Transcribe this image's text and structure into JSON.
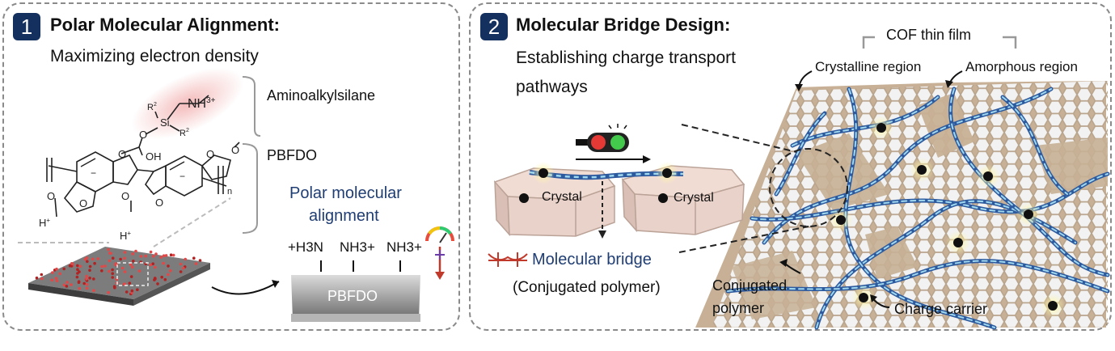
{
  "panel1": {
    "number": "1",
    "title": "Polar Molecular Alignment:",
    "subtitle": "Maximizing electron density",
    "labels": {
      "aminoalkylsilane": "Aminoalkylsilane",
      "pbfdo": "PBFDO",
      "polar_line1": "Polar molecular",
      "polar_line2": "alignment",
      "film_label": "PBFDO"
    },
    "chem": {
      "nh3_top": "NH",
      "nh3_top_sup": "3+",
      "r2a": "R",
      "r2b": "R",
      "si": "Si",
      "o_left": "O",
      "oh": "OH",
      "h_left": "H",
      "h_right": "H",
      "minus": "−",
      "n": "n",
      "o": "O"
    },
    "surface_groups": [
      "+H3N",
      "NH3+",
      "NH3+"
    ]
  },
  "panel2": {
    "number": "2",
    "title": "Molecular Bridge Design:",
    "subtitle_line1": "Establishing charge transport",
    "subtitle_line2": "pathways",
    "labels": {
      "crystal_left": "Crystal",
      "crystal_right": "Crystal",
      "molecular_bridge": "Molecular bridge",
      "conjugated_polymer_paren": "(Conjugated polymer)",
      "cof_thin_film": "COF thin film",
      "crystalline_region": "Crystalline region",
      "amorphous_region": "Amorphous region",
      "conjugated": "Conjugated",
      "polymer": "polymer",
      "charge_carrier": "Charge carrier"
    }
  },
  "colors": {
    "badge": "#14305e",
    "title_blue": "#1f3d73",
    "cof_bg": "#c9b49a",
    "polymer": "#2d5a9e",
    "polymer_light": "#9fd7ee",
    "crystal": "#e8cfc6",
    "red_arrow": "#c0392b"
  },
  "icons": [
    "traffic-light-icon",
    "bridge-icon",
    "gauge-icon",
    "film-block-icon"
  ]
}
